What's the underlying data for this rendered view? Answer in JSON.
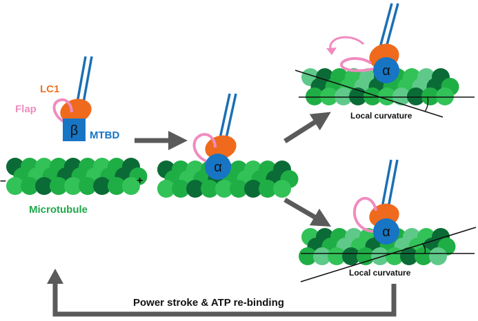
{
  "labels": {
    "lc1": "LC1",
    "flap": "Flap",
    "beta": "β",
    "mtbd": "MTBD",
    "minus": "–",
    "plus": "+",
    "microtubule": "Microtubule",
    "alpha": "α",
    "local_curvature": "Local curvature",
    "cycle": "Power stroke & ATP re-binding"
  },
  "colors": {
    "stalk": "#1b6fb5",
    "head": "#1775c4",
    "lc1": "#ef6a1c",
    "flap": "#f08bbf",
    "tubulin_dark": "#0b6b36",
    "tubulin_mid": "#1fae45",
    "tubulin_light": "#32c257",
    "tubulin_pale": "#5fc98a",
    "arrow": "#5a5a5a",
    "lc1_text": "#ee7324",
    "flap_text": "#ee8fbf",
    "mtbd_text": "#1775c4",
    "micro_text": "#1ea84a"
  }
}
